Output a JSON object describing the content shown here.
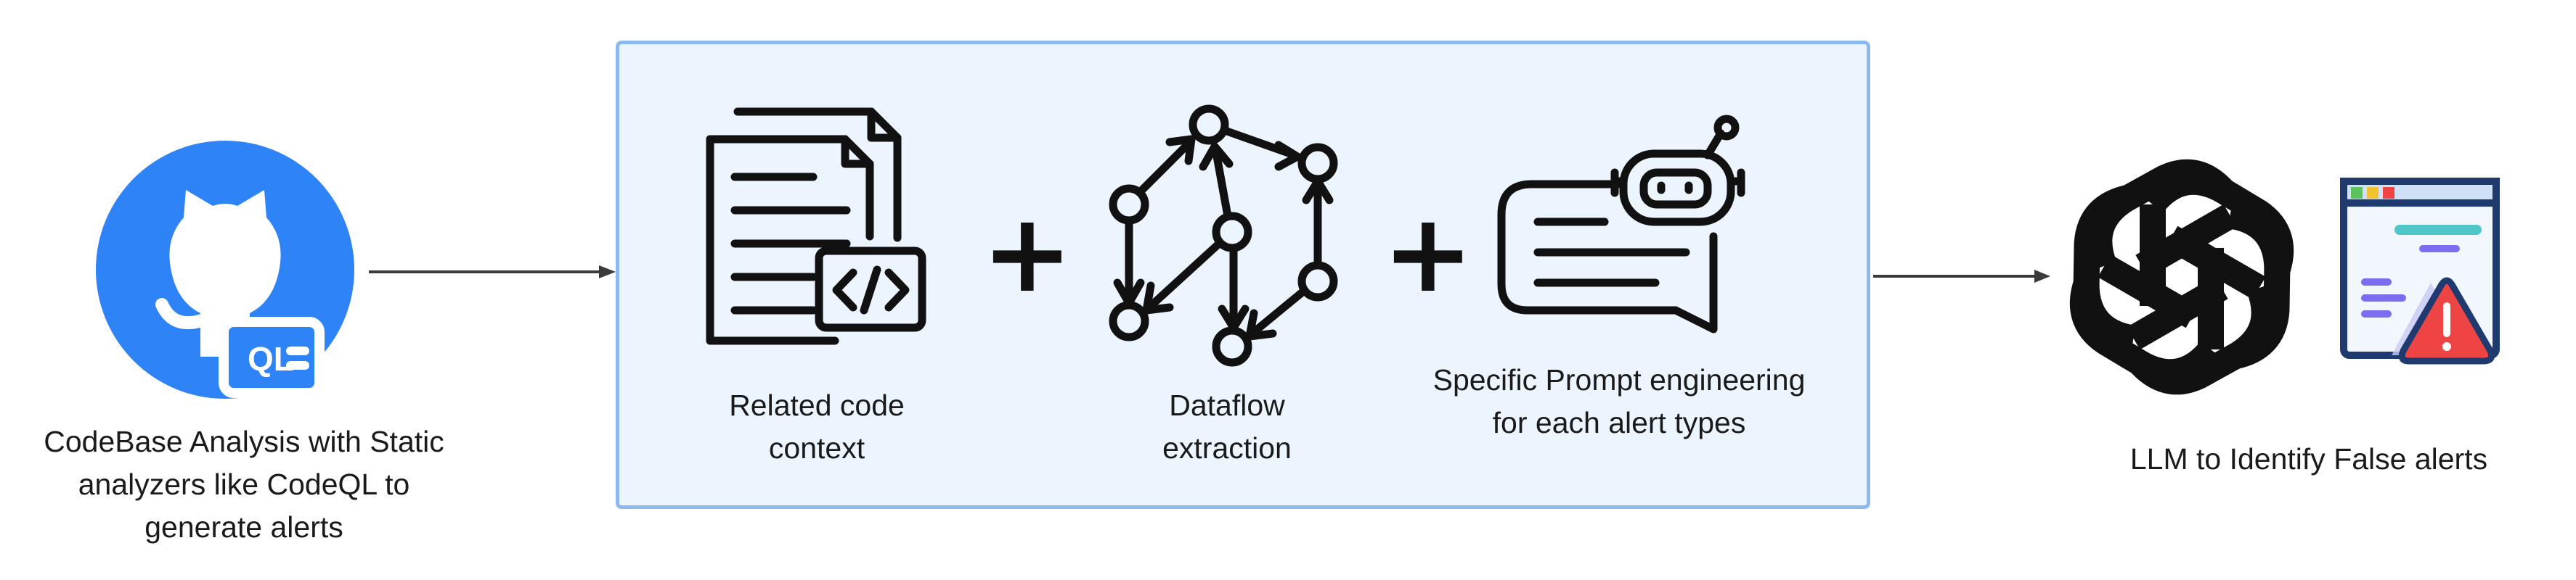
{
  "source": {
    "caption_lines": [
      "CodeBase Analysis with Static",
      "analyzers like CodeQL to",
      "generate alerts"
    ],
    "badge_text": "QL"
  },
  "process": {
    "steps": [
      {
        "caption_lines": [
          "Related code",
          "context"
        ],
        "icon": "code-document-icon"
      },
      {
        "caption_lines": [
          "Dataflow",
          "extraction"
        ],
        "icon": "dataflow-graph-icon"
      },
      {
        "caption_lines": [
          "Specific Prompt engineering",
          "for each alert types"
        ],
        "icon": "robot-chat-icon"
      }
    ],
    "operators": [
      "+",
      "+"
    ]
  },
  "llm": {
    "caption_lines": [
      "LLM to Identify False alerts"
    ]
  },
  "colors": {
    "github_blue": "#2e83f6",
    "box_fill": "#ecf4fe",
    "box_border": "#8cbaf0",
    "arrow": "#3b3b3b",
    "icon_stroke": "#111111",
    "alert_red": "#ef4444",
    "window_navy": "#1e3a6e",
    "teal": "#4fc7c9",
    "purple": "#7b6cf0"
  }
}
